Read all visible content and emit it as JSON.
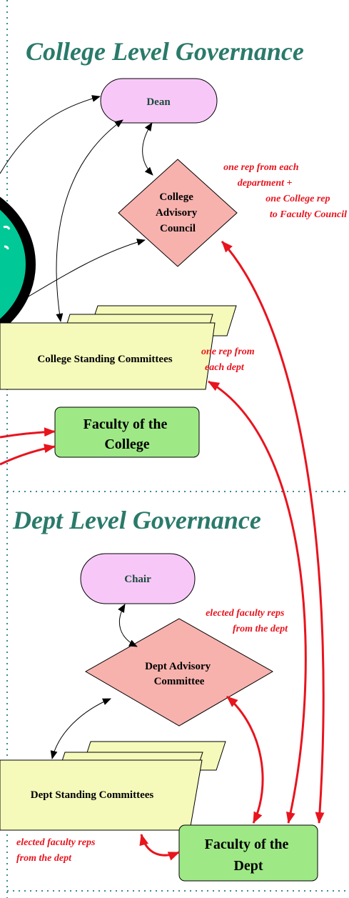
{
  "colors": {
    "heading": "#2a7a6a",
    "annotation": "#e8141e",
    "leader_fill": "#f7c8f7",
    "council_fill": "#f7b2ae",
    "committee_fill": "#f5fabb",
    "faculty_fill": "#9ee986",
    "emblem_fill": "#00c896",
    "red_arrow": "#e8141e",
    "black_arrow": "#000000",
    "dotted_border": "#3b8a94"
  },
  "college": {
    "heading": "College Level Governance",
    "dean": "Dean",
    "advisory_council": [
      "College",
      "Advisory",
      "Council"
    ],
    "council_note": [
      "one rep from each",
      "department +",
      "one College rep",
      "to Faculty Council"
    ],
    "standing_committees": "College Standing Committees",
    "committee_note": [
      "one rep from",
      "each dept"
    ],
    "faculty": [
      "Faculty of the",
      "College"
    ]
  },
  "dept": {
    "heading": "Dept Level Governance",
    "chair": "Chair",
    "chair_note": [
      "elected faculty reps",
      "from the dept"
    ],
    "advisory_committee": [
      "Dept Advisory",
      "Committee"
    ],
    "standing_committees": "Dept Standing Committees",
    "committee_note": [
      "elected faculty reps",
      "from the dept"
    ],
    "faculty": [
      "Faculty of the",
      "Dept"
    ]
  }
}
